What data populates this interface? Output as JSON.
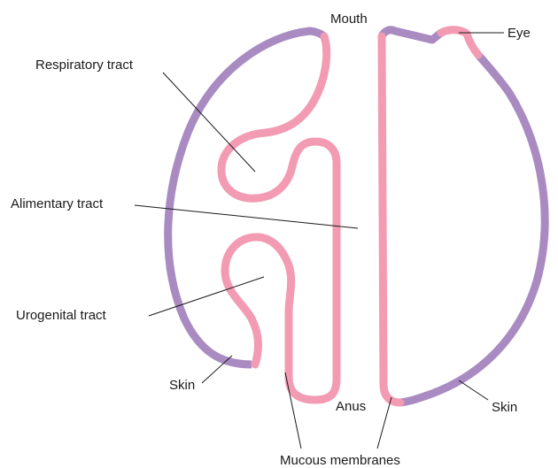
{
  "labels": {
    "mouth": "Mouth",
    "eye": "Eye",
    "respiratory_tract": "Respiratory tract",
    "alimentary_tract": "Alimentary tract",
    "urogenital_tract": "Urogenital tract",
    "skin_left": "Skin",
    "anus": "Anus",
    "skin_right": "Skin",
    "mucous_membranes": "Mucous membranes"
  },
  "colors": {
    "skin": "#a98bc2",
    "mucous_membrane": "#f29bb3",
    "text": "#1a1a1a"
  }
}
